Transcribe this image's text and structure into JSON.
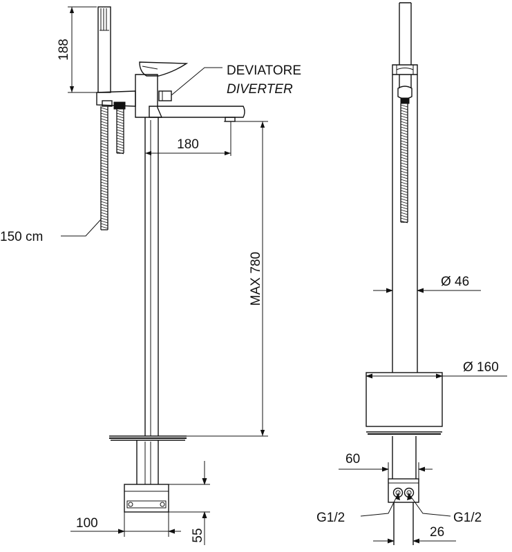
{
  "labels": {
    "dim_188": "188",
    "deviatore": "DEVIATORE",
    "diverter": "DIVERTER",
    "dim_180": "180",
    "hose_length": "150 cm",
    "max_780": "MAX 780",
    "dim_100": "100",
    "dim_55": "55",
    "dia_46": "Ø 46",
    "dia_160": "Ø 160",
    "dim_60": "60",
    "g12_left": "G1/2",
    "g12_right": "G1/2",
    "dim_26": "26"
  }
}
